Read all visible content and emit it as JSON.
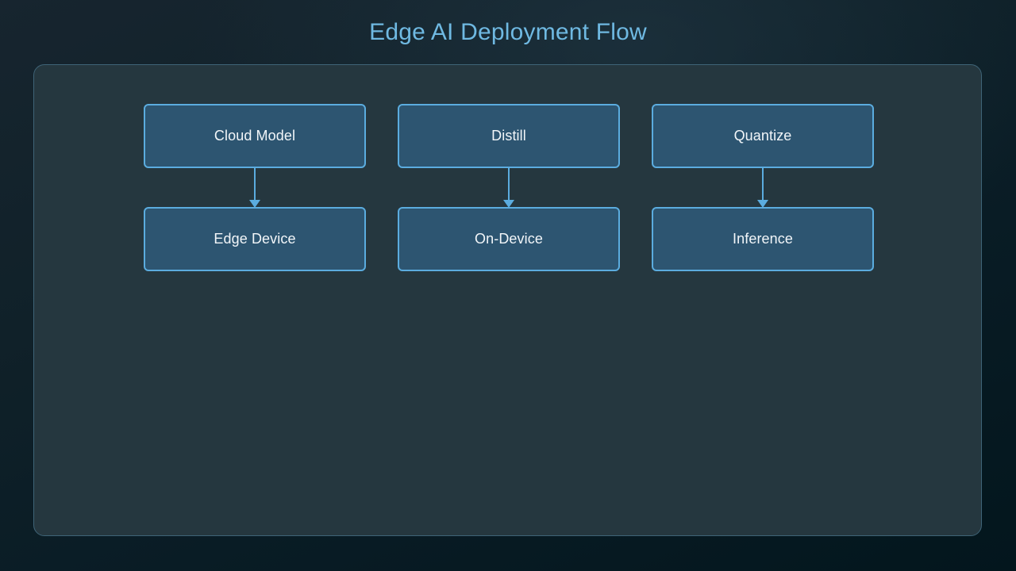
{
  "title": "Edge AI Deployment Flow",
  "colors": {
    "title": "#6fb9e2",
    "node_fill": "#2d5571",
    "node_border": "#5bacdf",
    "node_text": "#f2f6f9",
    "panel_fill": "#25373f",
    "panel_border": "#3f6477",
    "connector": "#5bacdf",
    "background_top": "#17252f",
    "background_bottom": "#03161d"
  },
  "diagram": {
    "type": "flowchart",
    "layout": "three-columns-two-rows",
    "columns": [
      {
        "source": {
          "label": "Cloud Model"
        },
        "target": {
          "label": "Edge Device"
        },
        "connector": {
          "icon": "arrow-down-icon",
          "direction": "down"
        }
      },
      {
        "source": {
          "label": "Distill"
        },
        "target": {
          "label": "On-Device"
        },
        "connector": {
          "icon": "arrow-down-icon",
          "direction": "down"
        }
      },
      {
        "source": {
          "label": "Quantize"
        },
        "target": {
          "label": "Inference"
        },
        "connector": {
          "icon": "arrow-down-icon",
          "direction": "down"
        }
      }
    ]
  }
}
